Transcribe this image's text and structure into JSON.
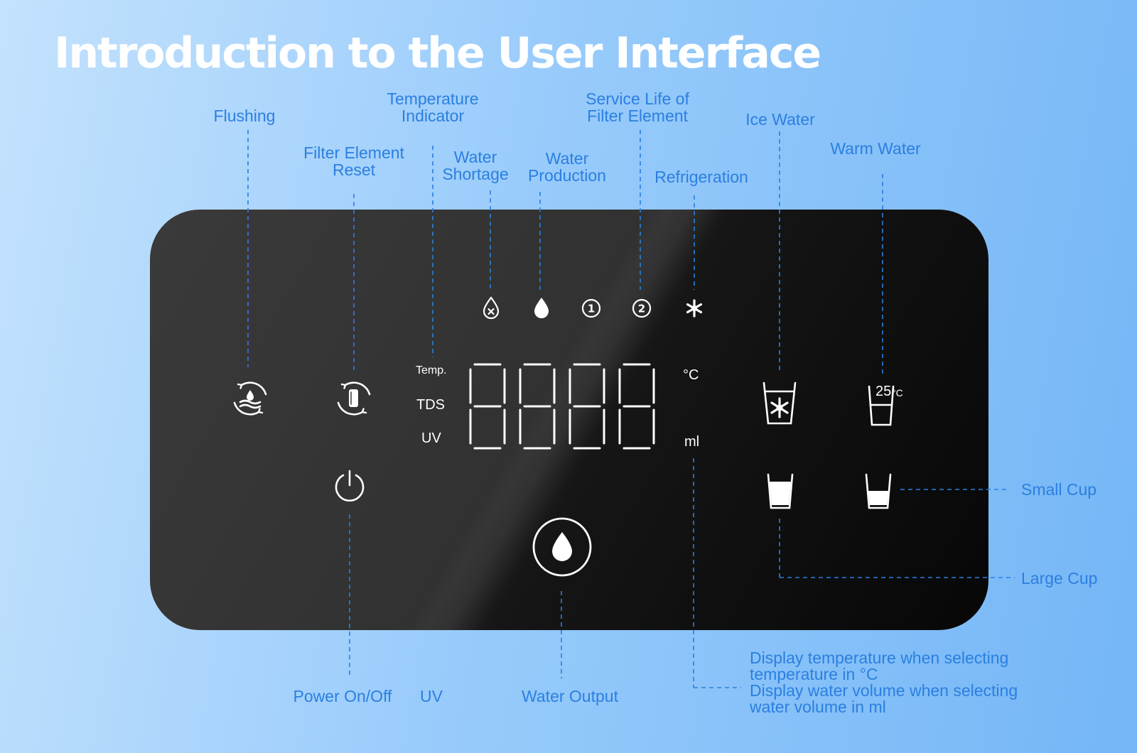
{
  "title": "Introduction to the User Interface",
  "labels": {
    "flushing": "Flushing",
    "filter_reset": "Filter Element\nReset",
    "temp_indicator": "Temperature\nIndicator",
    "water_shortage": "Water\nShortage",
    "water_production": "Water\nProduction",
    "service_life": "Service Life of\nFilter Element",
    "refrigeration": "Refrigeration",
    "ice_water": "Ice Water",
    "warm_water": "Warm Water",
    "small_cup": "Small Cup",
    "large_cup": "Large Cup",
    "power": "Power On/Off",
    "uv": "UV",
    "water_output": "Water Output",
    "display_note_1": "Display temperature when selecting\ntemperature in °C",
    "display_note_2": "Display water volume when selecting\nwater volume in ml"
  },
  "panel": {
    "temp_label": "Temp.",
    "tds_label": "TDS",
    "uv_label": "UV",
    "unit_celsius": "°C",
    "unit_ml": "ml",
    "warm_temp_value": "25",
    "warm_temp_unit": "°C",
    "filter_marker_1": "1",
    "filter_marker_2": "2",
    "display_digits": 4
  },
  "colors": {
    "label": "#2b7fe0",
    "panel": "#1e1e1e",
    "icon": "#ffffff"
  },
  "icons": {
    "flushing": "flushing-icon",
    "filter_reset": "filter-reset-icon",
    "power": "power-icon",
    "water_shortage": "water-shortage-icon",
    "water_production": "water-drop-icon",
    "refrigeration": "snowflake-icon",
    "ice_water": "ice-cup-icon",
    "warm_water": "warm-cup-icon",
    "large_cup": "large-cup-icon",
    "small_cup": "small-cup-icon",
    "water_output": "water-output-icon"
  }
}
